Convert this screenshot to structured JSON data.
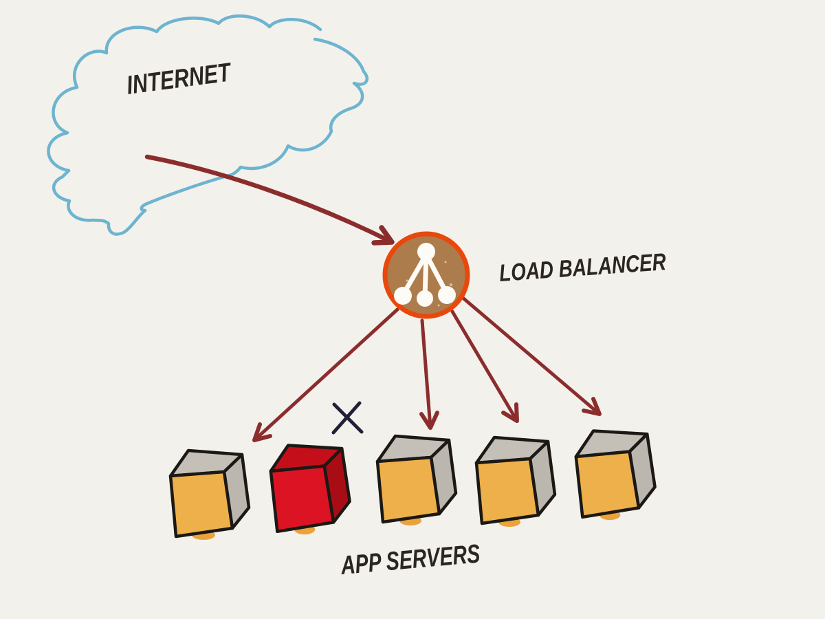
{
  "diagram": {
    "kind": "hand-drawn load-balancing sketch",
    "labels": {
      "internet": "INTERNET",
      "load_balancer": "LOAD BALANCER",
      "app_servers": "APP SERVERS"
    },
    "servers": [
      {
        "id": 1,
        "state": "up"
      },
      {
        "id": 2,
        "state": "down",
        "marker": "X"
      },
      {
        "id": 3,
        "state": "up"
      },
      {
        "id": 4,
        "state": "up"
      },
      {
        "id": 5,
        "state": "up"
      }
    ],
    "edges": [
      {
        "from": "internet",
        "to": "load_balancer"
      },
      {
        "from": "load_balancer",
        "to": "server_1"
      },
      {
        "from": "load_balancer",
        "to": "server_3"
      },
      {
        "from": "load_balancer",
        "to": "server_4"
      },
      {
        "from": "load_balancer",
        "to": "server_5"
      }
    ]
  },
  "colors": {
    "background": "#f3f1ec",
    "cloud": "#6db4cf",
    "arrow": "#8b2d2d",
    "lb_fill": "#ad7c4c",
    "lb_border": "#e8480c",
    "icon": "#fdfbf6",
    "ink": "#2b2620",
    "outline": "#1b1815",
    "x_mark": "#221f38",
    "server_front": "#eeb04b",
    "server_top": "#c5c0b7",
    "server_side": "#bcb7ae",
    "server_down_front": "#dc1322",
    "server_down_top": "#c40f1b",
    "server_down_side": "#a80d16",
    "shadow": "#eaa33c"
  }
}
